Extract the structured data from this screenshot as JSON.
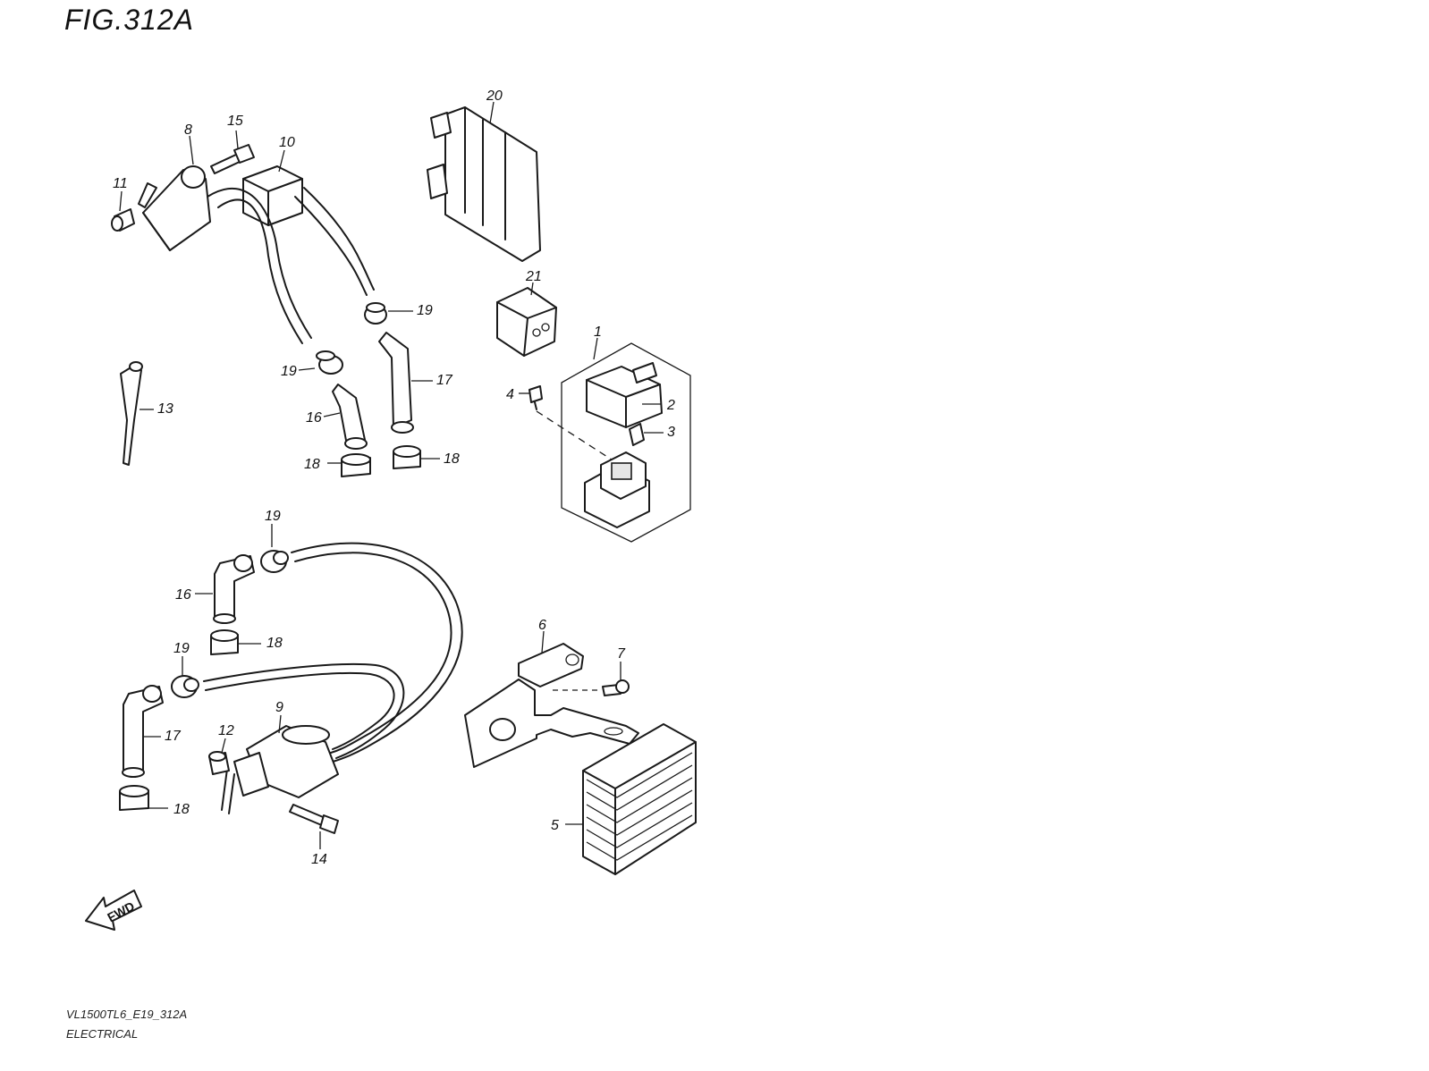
{
  "figure": {
    "title": "FIG.312A",
    "model_code": "VL1500TL6_E19_312A",
    "section": "ELECTRICAL"
  },
  "fwd_label": "FWD",
  "callouts": [
    {
      "id": "c-8",
      "label": "8"
    },
    {
      "id": "c-15",
      "label": "15"
    },
    {
      "id": "c-10",
      "label": "10"
    },
    {
      "id": "c-11",
      "label": "11"
    },
    {
      "id": "c-20",
      "label": "20"
    },
    {
      "id": "c-21",
      "label": "21"
    },
    {
      "id": "c-19a",
      "label": "19"
    },
    {
      "id": "c-19b",
      "label": "19"
    },
    {
      "id": "c-17a",
      "label": "17"
    },
    {
      "id": "c-16a",
      "label": "16"
    },
    {
      "id": "c-18a",
      "label": "18"
    },
    {
      "id": "c-18b",
      "label": "18"
    },
    {
      "id": "c-13",
      "label": "13"
    },
    {
      "id": "c-1",
      "label": "1"
    },
    {
      "id": "c-2",
      "label": "2"
    },
    {
      "id": "c-3",
      "label": "3"
    },
    {
      "id": "c-4",
      "label": "4"
    },
    {
      "id": "c-19c",
      "label": "19"
    },
    {
      "id": "c-16b",
      "label": "16"
    },
    {
      "id": "c-18c",
      "label": "18"
    },
    {
      "id": "c-19d",
      "label": "19"
    },
    {
      "id": "c-17b",
      "label": "17"
    },
    {
      "id": "c-18d",
      "label": "18"
    },
    {
      "id": "c-9",
      "label": "9"
    },
    {
      "id": "c-12",
      "label": "12"
    },
    {
      "id": "c-14",
      "label": "14"
    },
    {
      "id": "c-6",
      "label": "6"
    },
    {
      "id": "c-7",
      "label": "7"
    },
    {
      "id": "c-5",
      "label": "5"
    }
  ]
}
